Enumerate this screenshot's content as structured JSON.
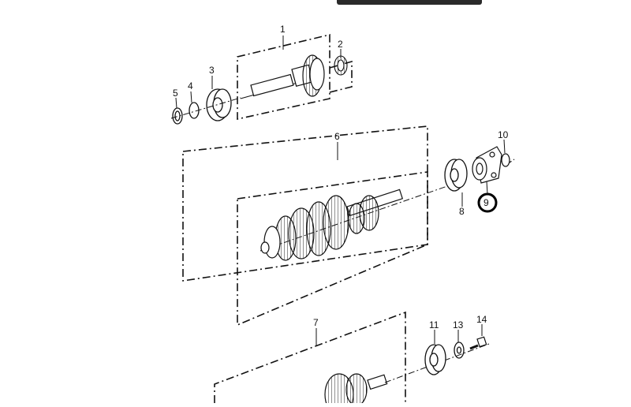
{
  "callouts": {
    "c1": "1",
    "c2": "2",
    "c3": "3",
    "c4": "4",
    "c5": "5",
    "c6": "6",
    "c7": "7",
    "c8": "8",
    "c9": "9",
    "c10": "10",
    "c11": "11",
    "c13": "13",
    "c14": "14"
  },
  "highlighted_callout": "9",
  "colors": {
    "ink": "#111111",
    "highlight_ring": "#000000"
  }
}
